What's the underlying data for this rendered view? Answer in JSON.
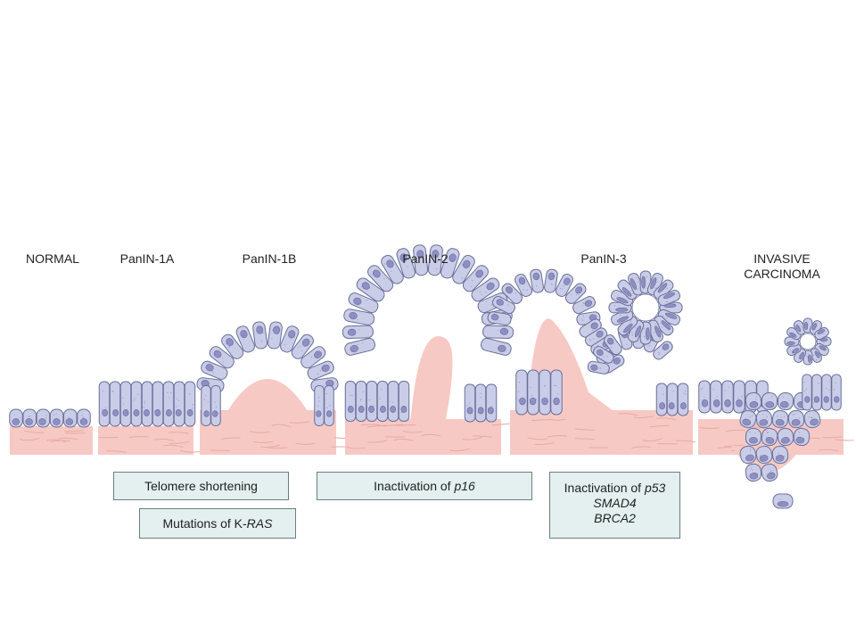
{
  "stages": [
    {
      "id": "normal",
      "label_lines": [
        "NORMAL"
      ]
    },
    {
      "id": "panin1a",
      "label_lines": [
        "PanIN-1A"
      ]
    },
    {
      "id": "panin1b",
      "label_lines": [
        "PanIN-1B"
      ]
    },
    {
      "id": "panin2",
      "label_lines": [
        "PanIN-2"
      ]
    },
    {
      "id": "panin3",
      "label_lines": [
        "PanIN-3"
      ]
    },
    {
      "id": "invasive",
      "label_lines": [
        "INVASIVE",
        "CARCINOMA"
      ]
    }
  ],
  "events": {
    "telomere": {
      "text": "Telomere shortening"
    },
    "kras": {
      "prefix": "Mutations of K-",
      "gene": "RAS"
    },
    "p16": {
      "prefix": "Inactivation of ",
      "gene": "p16"
    },
    "p53": {
      "prefix": "Inactivation of ",
      "gene": "p53",
      "extra_genes": [
        "SMAD4",
        "BRCA2"
      ]
    }
  },
  "colors": {
    "stroma": "#f7c9c4",
    "stroma_line": "#e7aaa4",
    "cell": "#c9cde8",
    "cell_outline": "#6a6f98",
    "nucleus": "#8f8fc4",
    "event_box": "#e3f0ef"
  }
}
